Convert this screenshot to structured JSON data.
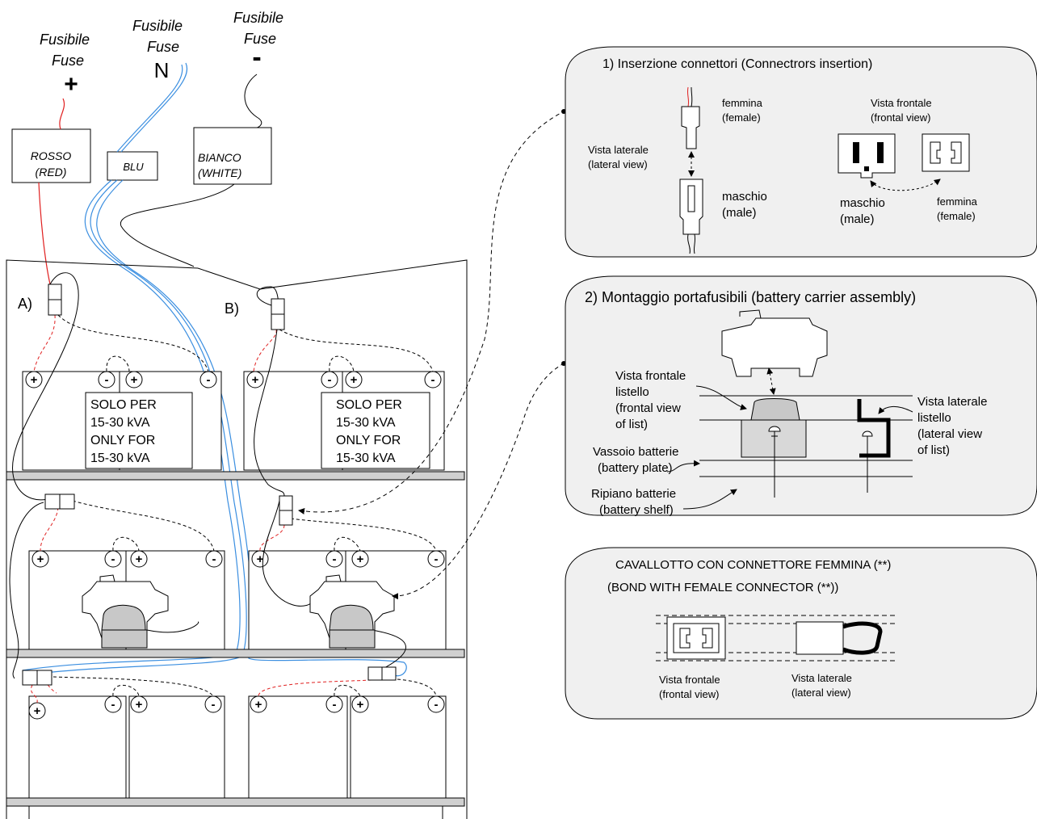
{
  "fuses": {
    "plus": {
      "l1": "Fusibile",
      "l2": "Fuse",
      "sym": "+"
    },
    "neutral": {
      "l1": "Fusibile",
      "l2": "Fuse",
      "sym": "N"
    },
    "minus": {
      "l1": "Fusibile",
      "l2": "Fuse",
      "sym": "-"
    }
  },
  "wires": {
    "red": {
      "l1": "ROSSO",
      "l2": "(RED)"
    },
    "blue": {
      "l1": "BLU"
    },
    "white": {
      "l1": "BIANCO",
      "l2": "(WHITE)"
    }
  },
  "strings": {
    "a": "A)",
    "b": "B)"
  },
  "terminals": {
    "plus": "+",
    "minus": "-"
  },
  "notice": {
    "l1": "SOLO PER",
    "l2": "15-30 kVA",
    "l3": "ONLY FOR",
    "l4": "15-30 kVA"
  },
  "panel1": {
    "title": "1) Inserzione connettori (Connectrors insertion)",
    "female_l1": "femmina",
    "female_l2": "(female)",
    "lateral_l1": "Vista laterale",
    "lateral_l2": "(lateral view)",
    "male_l1": "maschio",
    "male_l2": "(male)",
    "frontal_l1": "Vista frontale",
    "frontal_l2": "(frontal view)",
    "male2_l1": "maschio",
    "male2_l2": "(male)",
    "female2_l1": "femmina",
    "female2_l2": "(female)"
  },
  "panel2": {
    "title": "2) Montaggio portafusibili (battery carrier assembly)",
    "front_l1": "Vista frontale",
    "front_l2": "listello",
    "front_l3": "(frontal view",
    "front_l4": "of list)",
    "side_l1": "Vista laterale",
    "side_l2": "listello",
    "side_l3": "(lateral view",
    "side_l4": "of list)",
    "tray_l1": "Vassoio batterie",
    "tray_l2": "(battery plate)",
    "shelf_l1": "Ripiano batterie",
    "shelf_l2": "(battery shelf)"
  },
  "panel3": {
    "title_l1": "CAVALLOTTO CON CONNETTORE FEMMINA (**)",
    "title_l2": "(BOND WITH FEMALE CONNECTOR (**))",
    "front_l1": "Vista frontale",
    "front_l2": "(frontal view)",
    "side_l1": "Vista laterale",
    "side_l2": "(lateral view)"
  },
  "colors": {
    "red_wire": "#e02020",
    "blue_wire": "#3a8ee0",
    "panel_fill": "#f0f0f0",
    "shelf_fill": "#d0d0d0"
  }
}
